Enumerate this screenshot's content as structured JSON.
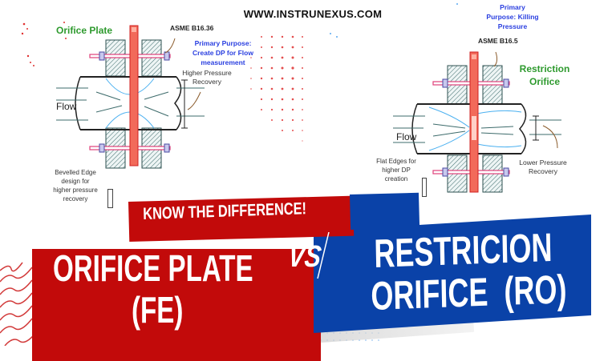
{
  "header": {
    "site_url": "WWW.INSTRUNEXUS.COM"
  },
  "left_diagram": {
    "title": "Orifice Plate",
    "standard": "ASME B16.36",
    "purpose": [
      "Primary Purpose:",
      "Create DP for Flow",
      "measurement"
    ],
    "recovery_note": [
      "Higher Pressure",
      "Recovery"
    ],
    "flow_label": "Flow",
    "edge_note": [
      "Bevelled Edge",
      "design for",
      "higher pressure",
      "recovery"
    ]
  },
  "right_diagram": {
    "title": [
      "Restriction",
      "Orifice"
    ],
    "standard": "ASME B16.5",
    "purpose": [
      "Primary",
      "Purpose: Killing",
      "Pressure"
    ],
    "recovery_note": [
      "Lower Pressure",
      "Recovery"
    ],
    "flow_label": "Flow",
    "edge_note": [
      "Flat Edges for",
      "higher DP",
      "creation"
    ]
  },
  "banner": {
    "tagline": "KNOW THE DIFFERENCE!",
    "left_line1": "ORIFICE PLATE",
    "left_line2": "(FE)",
    "vs": "VS",
    "right_line1": "RESTRICION",
    "right_line2": "ORIFICE  (RO)"
  },
  "colors": {
    "red": "#c20a0a",
    "blue": "#0a42a8",
    "green": "#2e9a2e",
    "note_blue": "#2a3fe0",
    "pink": "#e0407a",
    "orifice_red": "#f26a5a"
  }
}
